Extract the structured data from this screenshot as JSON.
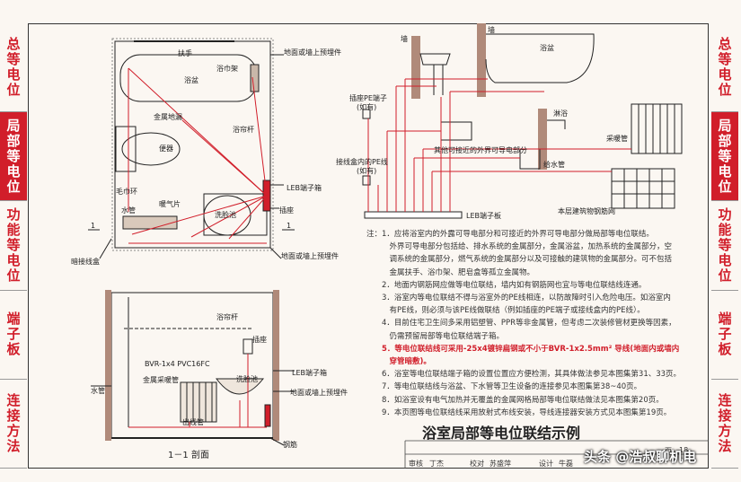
{
  "side_tabs_left": [
    "总等电位",
    "局部等电位",
    "功能等电位",
    "端子板",
    "连接方法"
  ],
  "side_tabs_right": [
    "总等电位",
    "局部等电位",
    "功能等电位",
    "端子板",
    "连接方法"
  ],
  "active_tab_index": 1,
  "plan_labels": {
    "handrail": "扶手",
    "towel_rack": "浴巾架",
    "bathtub": "浴盆",
    "metal_floor_drain": "金属地漏",
    "toilet": "便器",
    "shower_rail": "浴帘杆",
    "leb_box": "LEB端子箱",
    "towel_hook": "毛巾环",
    "water_pipe": "水管",
    "heater": "暖气片",
    "wash_basin": "洗脸池",
    "socket": "插座",
    "hidden_junction_box": "暗接线盒",
    "floor_rebar_top": "地面或墙上预埋件",
    "floor_rebar_bottom": "地面或墙上预埋件",
    "section_mark_left": "1",
    "section_mark_right": "1"
  },
  "section_labels": {
    "shower_rail": "浴帘杆",
    "socket": "插座",
    "heater": "金属采暖管",
    "wash_basin": "洗脸池",
    "cable": "BVR-1x4  PVC16FC",
    "water_pipe": "水管",
    "drain_pipe": "出线管",
    "leb_box": "LEB端子箱",
    "floor_rebar": "地面或墙上预埋件",
    "rebar_mesh": "钢筋",
    "caption": "1－1 剖面"
  },
  "schematic_labels": {
    "wall_left": "墙",
    "wall_mid": "墙",
    "bathtub": "浴盆",
    "shower": "淋浴",
    "pe_terminal": "插座PE端子",
    "pe_terminal_note": "(如有)",
    "other_metal": "其他可接近的外界可导电部分",
    "junction_pe": "接线盒内的PE线",
    "junction_pe_note": "(如有)",
    "heating_pipe": "采暖管",
    "water_supply": "给水管",
    "leb_board": "LEB端子板",
    "building_mesh": "本层建筑物钢筋网"
  },
  "notes": [
    {
      "text": "注：1．应将浴室内的外露可导电部分和可接近的外界可导电部分做局部等电位联结。",
      "red": false
    },
    {
      "text": "　　　外界可导电部分包括给、排水系统的金属部分，金属浴盆，加热系统的金属部分，空",
      "red": false
    },
    {
      "text": "　　　调系统的金属部分，燃气系统的金属部分以及可接触的建筑物的金属部分。可不包括",
      "red": false
    },
    {
      "text": "　　　金属扶手、浴巾架、肥皂盒等孤立金属物。",
      "red": false
    },
    {
      "text": "　　2．地面内钢筋网应做等电位联结，墙内如有钢筋网也宜与等电位联结线连通。",
      "red": false
    },
    {
      "text": "　　3．浴室内等电位联结不得与浴室外的PE线相连，以防故障时引入危险电压。如浴室内",
      "red": false
    },
    {
      "text": "　　　有PE线，则必须与该PE线做联结（例如插座的PE端子或接线盒内的PE线）。",
      "red": false
    },
    {
      "text": "　　4．目前住宅卫生间多采用铝塑管、PPR等非金属管，但考虑二次装修管材更换等因素，",
      "red": false
    },
    {
      "text": "　　　仍需预留局部等电位联结端子箱。",
      "red": false
    },
    {
      "text": "　　5．等电位联结线可采用-25x4镀锌扁钢或不小于BVR-1x2.5mm² 导线(地面内或墙内",
      "red": true
    },
    {
      "text": "　　　穿管暗敷)。",
      "red": true
    },
    {
      "text": "　　6．浴室等电位联结端子箱的设置位置应方便检测，其具体做法参见本图集第31、33页。",
      "red": false
    },
    {
      "text": "　　7．等电位联结线与浴盆、下水管等卫生设备的连接参见本图集第38~40页。",
      "red": false
    },
    {
      "text": "　　8．如浴室设有电气加热并无覆盖的金属网格局部等电位联结做法见本图集第20页。",
      "red": false
    },
    {
      "text": "　　9．本页图等电位联结线采用放射式布线安装，导线连接器安装方式见本图集第19页。",
      "red": false
    }
  ],
  "title": "浴室局部等电位联结示例",
  "title_block": {
    "reviewer_label": "审核",
    "reviewer": "丁杰",
    "checker_label": "校对",
    "checker": "苏盛萍",
    "designer_label": "设计",
    "designer": "牛磊",
    "page_label": "页",
    "page_number": "18"
  },
  "watermark": "头条 @浩叔聊机电",
  "colors": {
    "accent": "#d11e2a",
    "line": "#222222",
    "wall": "#b08a7a"
  }
}
